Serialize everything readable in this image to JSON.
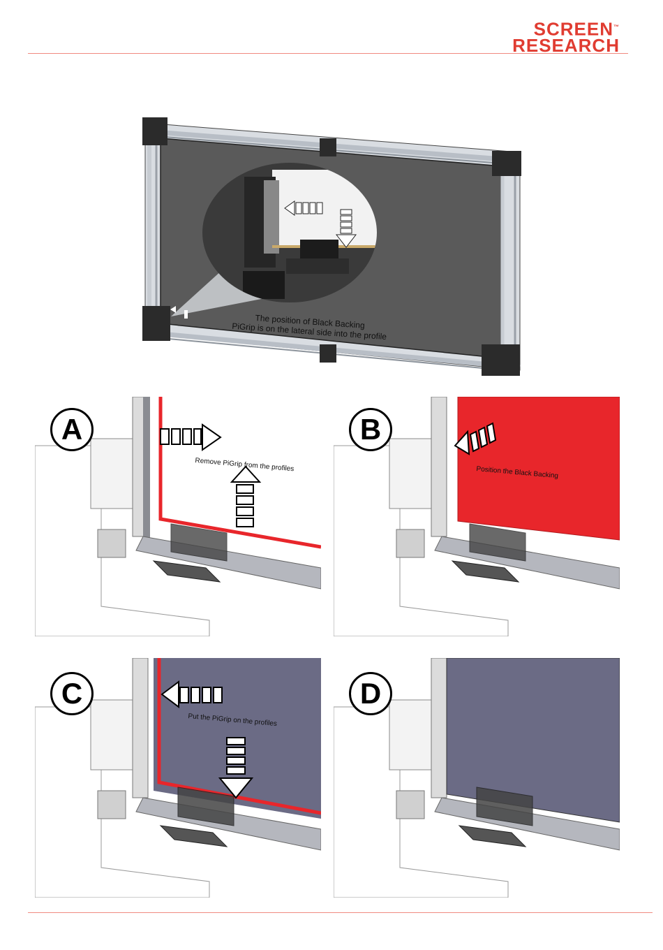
{
  "brand": {
    "line1": "SCREEN",
    "line2": "RESEARCH",
    "tm": "™",
    "color": "#e03c31"
  },
  "overview": {
    "caption_line1": "The position of Black Backing",
    "caption_line2": "PiGrip is on the lateral side into the profile"
  },
  "steps": [
    {
      "letter": "A",
      "instruction": "Remove PiGrip from the profiles",
      "backing_color": "#ffffff"
    },
    {
      "letter": "B",
      "instruction": "Position the Black Backing",
      "backing_color": "#e8262b"
    },
    {
      "letter": "C",
      "instruction": "Put the PiGrip on the profiles",
      "backing_color": "#6b6b85"
    },
    {
      "letter": "D",
      "instruction": "",
      "backing_color": "#6b6b85"
    }
  ],
  "colors": {
    "accent_red": "#e03c31",
    "frame_dark": "#2b2b2b",
    "screen_gray": "#595959"
  },
  "icons": {
    "arrow_left": "striped-arrow-left-icon",
    "arrow_right": "striped-arrow-right-icon",
    "arrow_up": "striped-arrow-up-icon",
    "arrow_down": "striped-arrow-down-icon"
  }
}
